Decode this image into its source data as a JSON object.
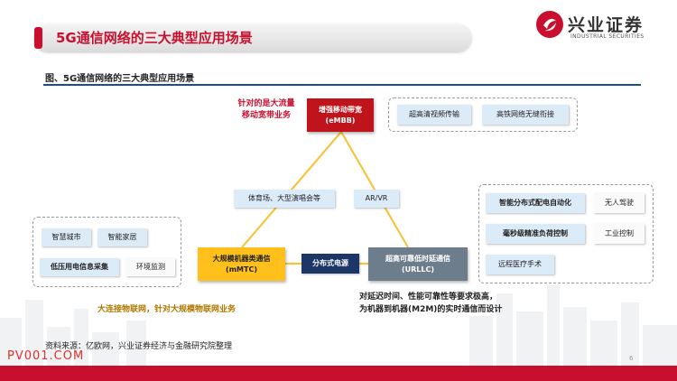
{
  "header": {
    "title": "5G通信网络的三大典型应用场景",
    "logo_cn": "兴业证券",
    "logo_en": "INDUSTRIAL SECURITIES",
    "brand_color": "#c8102e"
  },
  "figure": {
    "title": "图、5G通信网络的三大典型应用场景",
    "nodes": {
      "embb": "增强移动带宽\n(eMBB)",
      "mmtc": "大规模机器类通信\n(mMTC)",
      "urllc": "超高可靠低时延通信\n(URLLC)"
    },
    "edges": {
      "embb_mmtc": "体育场、大型演唱会等",
      "embb_urllc": "AR/VR",
      "mmtc_urllc": "分布式电源"
    },
    "embb_note": "针对的是大流量\n移动宽带业务",
    "mmtc_note": "大连接物联网，针对大规模物联网业务",
    "urllc_note": "对延迟时间、性能可靠性等要求极高，\n为机器到机器(M2M)的实时通信而设计",
    "embb_apps": [
      "超高清视频传输",
      "高铁网络无缝衔接"
    ],
    "mmtc_apps": [
      "智慧城市",
      "智能家居",
      "低压用电信息采集",
      "环境监测"
    ],
    "urllc_apps": [
      "智能分布式配电自动化",
      "无人驾驶",
      "毫秒级精准负荷控制",
      "工业控制",
      "远程医疗手术"
    ]
  },
  "footer": {
    "source": "资料来源：亿欧网，兴业证券经济与金融研究院整理",
    "watermark": "PV001.COM",
    "page": "6"
  }
}
